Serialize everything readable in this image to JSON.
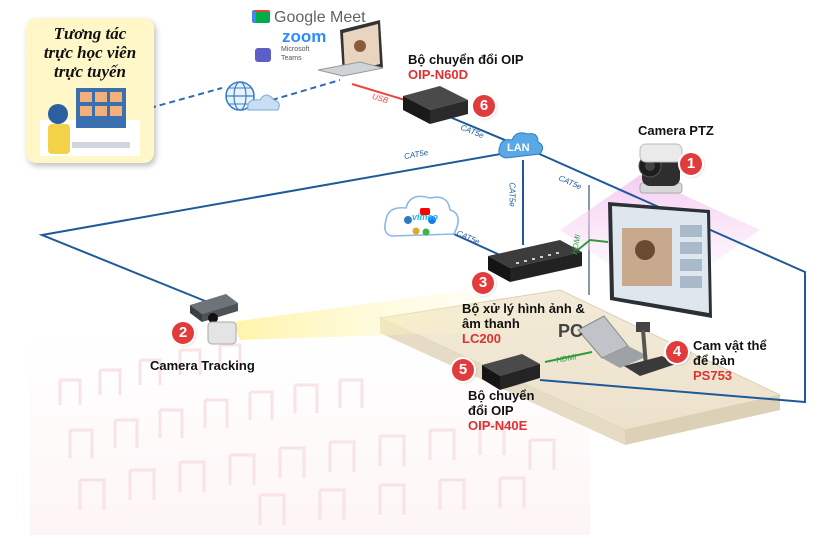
{
  "virtual_class": {
    "line1": "Tương tác",
    "line2": "trực học viên",
    "line3": "trực tuyến"
  },
  "platforms": {
    "google_meet": "Google Meet",
    "zoom": "zoom",
    "teams_line1": "Microsoft",
    "teams_line2": "Teams"
  },
  "streaming_icons": [
    "youtube-icon",
    "facebook-icon",
    "vimeo-icon",
    "video-icon"
  ],
  "vimeo_label": "vimeo",
  "devices": {
    "oip_n60d": {
      "number": "6",
      "title": "Bộ chuyển đổi OIP",
      "model": "OIP-N60D"
    },
    "camera_ptz": {
      "number": "1",
      "title": "Camera PTZ"
    },
    "camera_tracking": {
      "number": "2",
      "title": "Camera Tracking"
    },
    "lc200": {
      "number": "3",
      "title_line1": "Bộ xử lý hình ảnh &",
      "title_line2": "âm thanh",
      "model": "LC200"
    },
    "ps753": {
      "number": "4",
      "title_line1": "Cam vật thể",
      "title_line2": "để bàn",
      "model": "PS753"
    },
    "oip_n40e": {
      "number": "5",
      "title_line1": "Bộ chuyển",
      "title_line2": "đổi OIP",
      "model": "OIP-N40E"
    }
  },
  "pc_label": "PC",
  "lan_label": "LAN",
  "cables": {
    "usb": "USB",
    "cat5e_1": "CAT5e",
    "cat5e_2": "CAT5e",
    "cat5e_3": "CAT5e",
    "cat5e_4": "CAT5e",
    "cat5e_5": "CAT5e",
    "hdmi_1": "HDMI",
    "hdmi_2": "HDMI"
  },
  "colors": {
    "accent_red": "#e03030",
    "badge_red": "#e23b3b",
    "cable_blue": "#1e5a9a",
    "hdmi_green": "#2e9a3a",
    "box_yellow": "#fff7c8"
  }
}
